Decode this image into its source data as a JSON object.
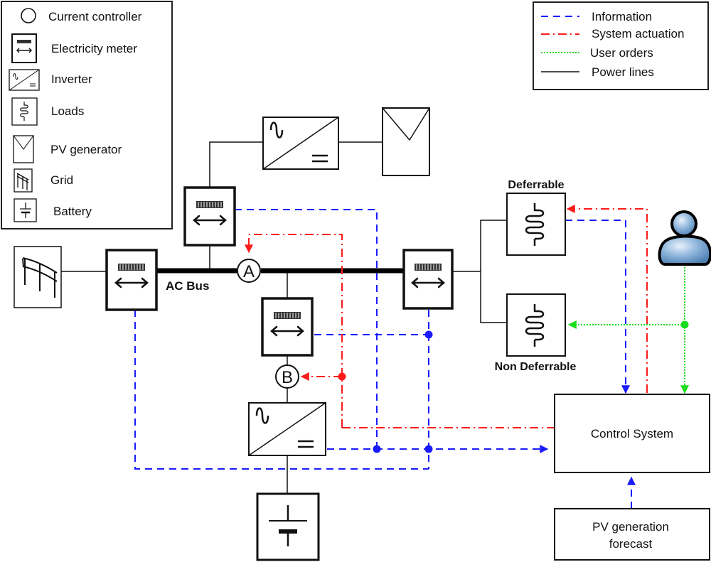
{
  "legend_symbols": {
    "items": [
      {
        "icon": "current-controller-icon",
        "label": "Current controller"
      },
      {
        "icon": "electricity-meter-icon",
        "label": "Electricity meter"
      },
      {
        "icon": "inverter-icon",
        "label": "Inverter"
      },
      {
        "icon": "loads-icon",
        "label": "Loads"
      },
      {
        "icon": "pv-generator-icon",
        "label": "PV generator"
      },
      {
        "icon": "grid-icon",
        "label": "Grid"
      },
      {
        "icon": "battery-icon",
        "label": "Battery"
      }
    ]
  },
  "legend_lines": {
    "items": [
      {
        "style": "dashed",
        "color": "#1a1aff",
        "label": "Information"
      },
      {
        "style": "dash-dot",
        "color": "#ff1a1a",
        "label": "System actuation"
      },
      {
        "style": "dotted",
        "color": "#1adb1a",
        "label": "User orders"
      },
      {
        "style": "solid",
        "color": "#111111",
        "label": "Power lines"
      }
    ]
  },
  "diagram": {
    "ac_bus_label": "AC Bus",
    "controller_a": "A",
    "controller_b": "B",
    "deferrable_label": "Deferrable",
    "non_deferrable_label": "Non Deferrable",
    "control_system_label": "Control System",
    "forecast_label_line1": "PV generation",
    "forecast_label_line2": "forecast"
  },
  "colors": {
    "information": "#1a1aff",
    "actuation": "#ff1a1a",
    "user_orders": "#1adb1a",
    "power": "#111111"
  }
}
